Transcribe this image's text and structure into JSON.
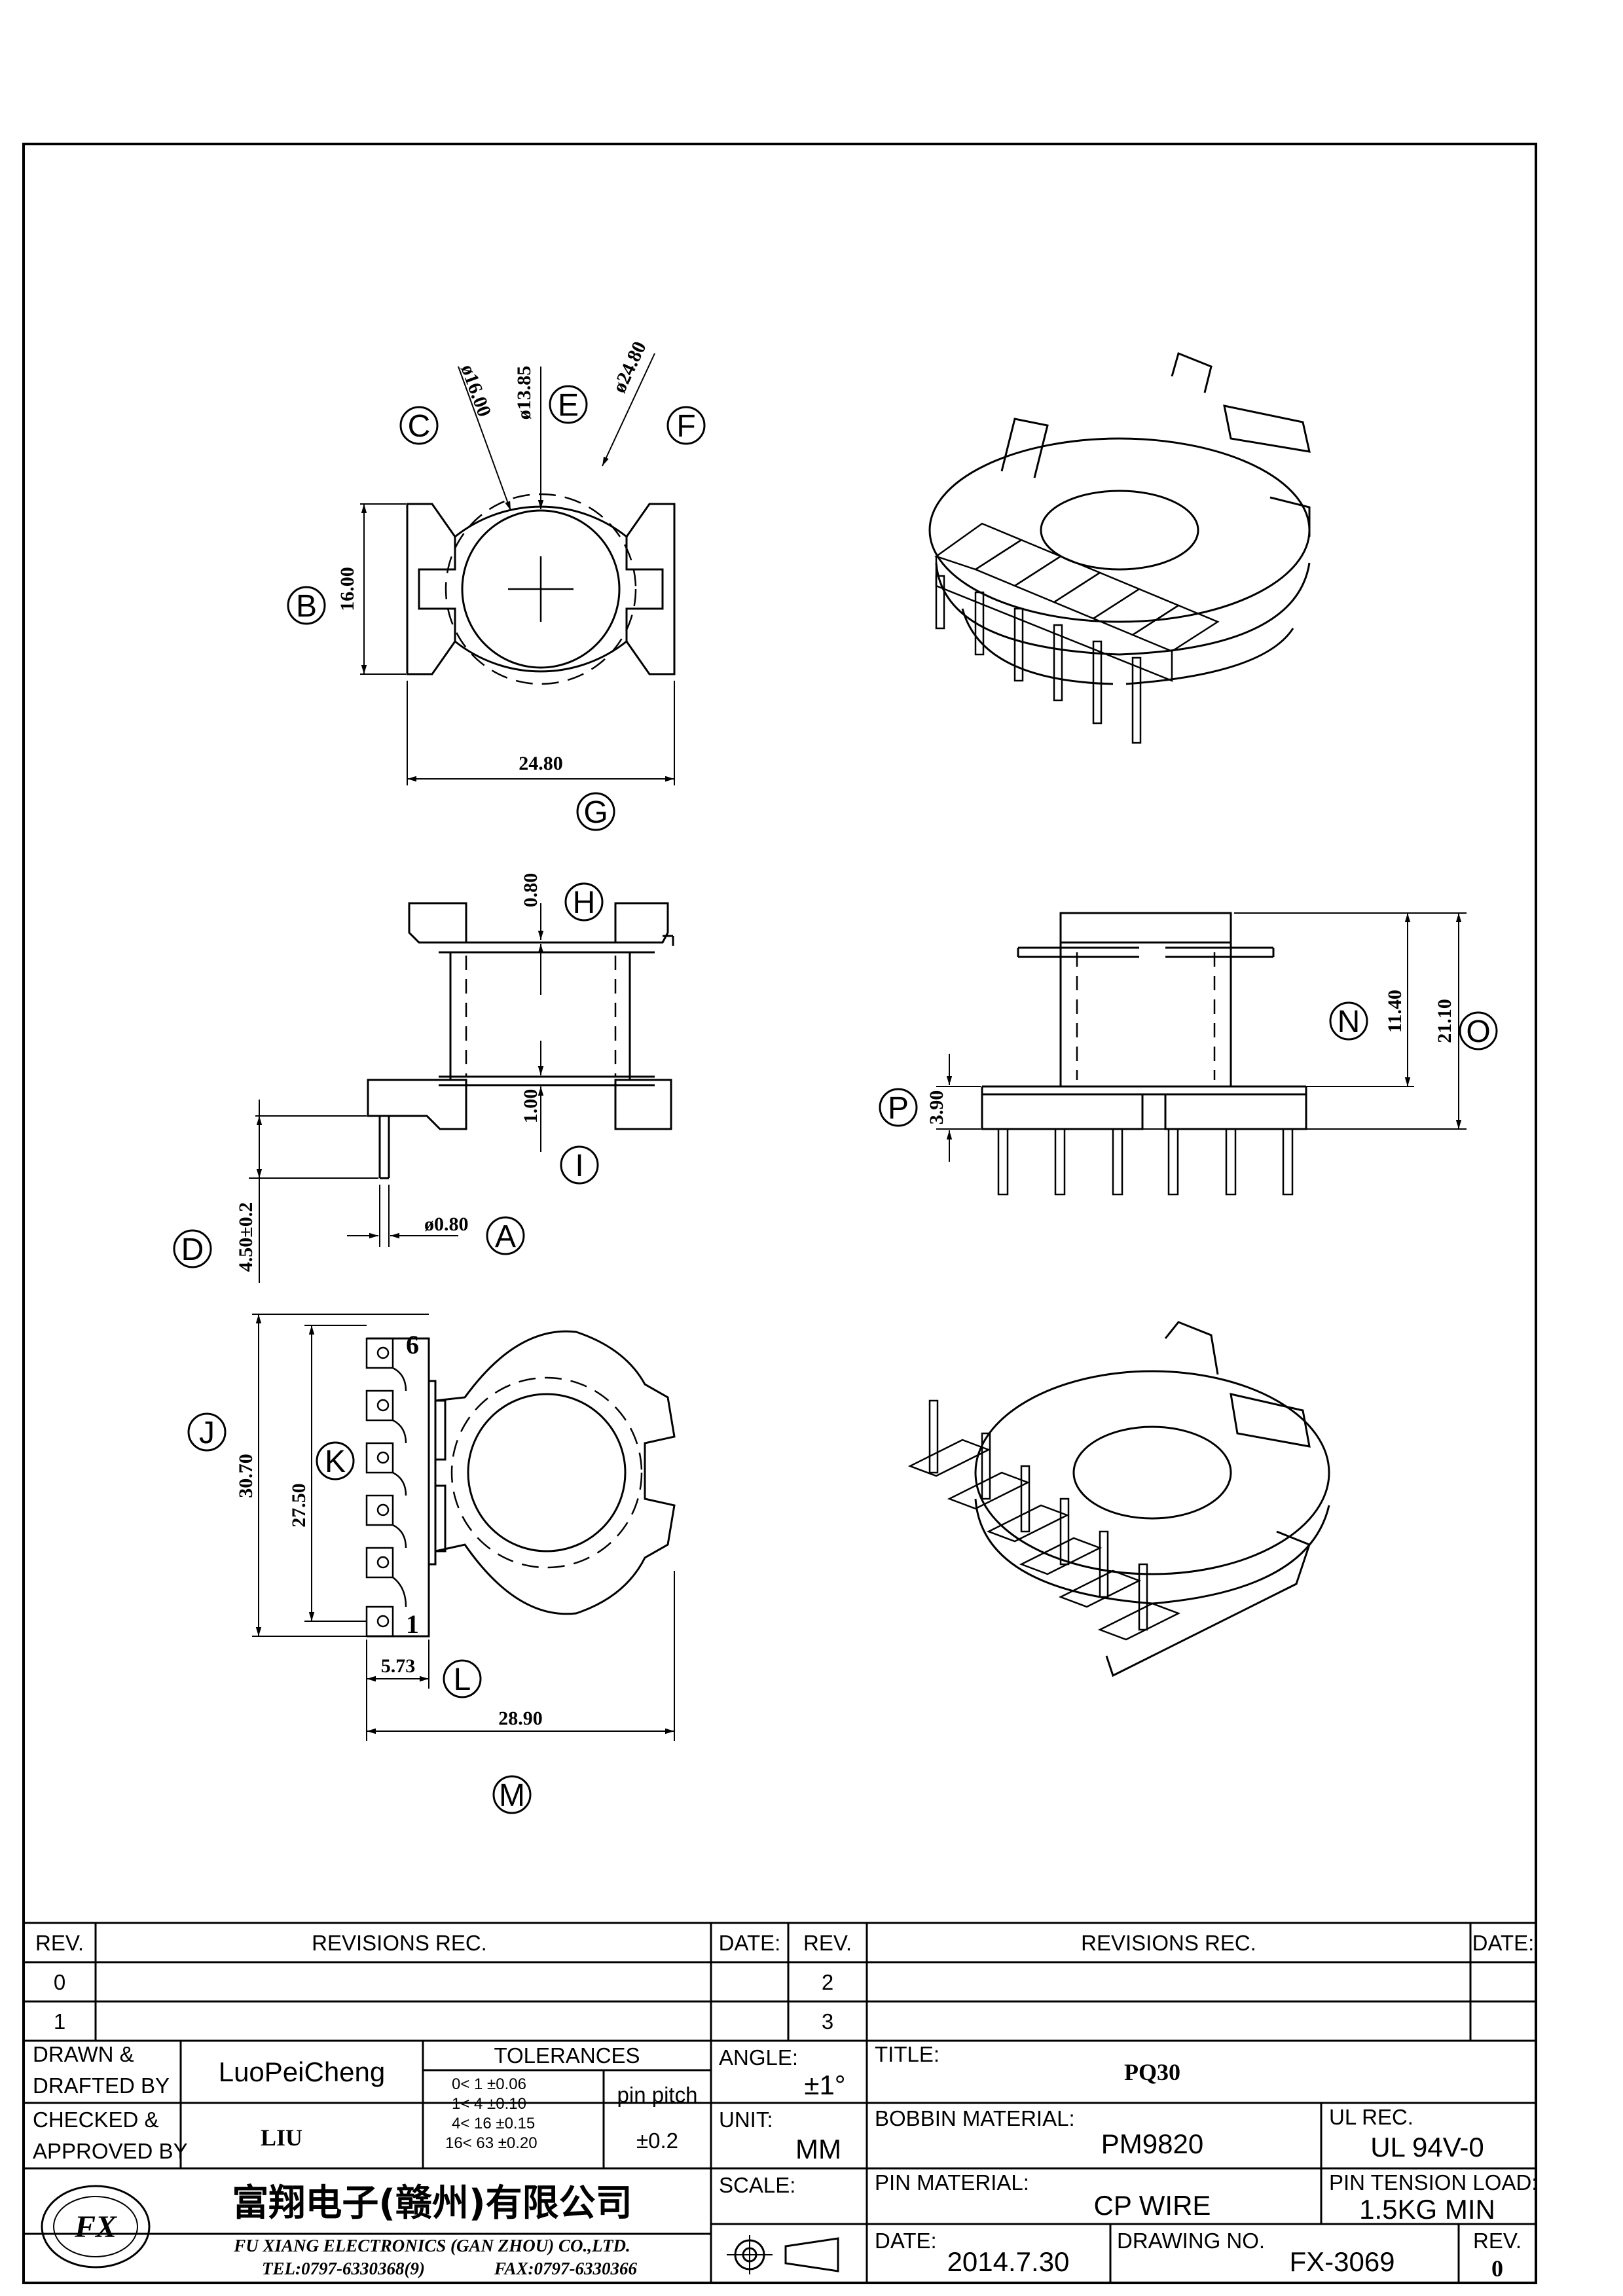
{
  "dimensions": {
    "d_c": "ø16.00",
    "d_e": "ø13.85",
    "d_f": "ø24.80",
    "height_b": "16.00",
    "width_g": "24.80",
    "top_h": "0.80",
    "bottom_i": "1.00",
    "pin_dia_a": "ø0.80",
    "pin_len_d": "4.50±0.2",
    "side_n": "11.40",
    "side_o": "21.10",
    "side_p": "3.90",
    "span_j": "30.70",
    "span_k": "27.50",
    "offset_l": "5.73",
    "width_m": "28.90"
  },
  "callouts": {
    "a": "A",
    "b": "B",
    "c": "C",
    "d": "D",
    "e": "E",
    "f": "F",
    "g": "G",
    "h": "H",
    "i": "I",
    "j": "J",
    "k": "K",
    "l": "L",
    "m": "M",
    "n": "N",
    "o": "O",
    "p": "P"
  },
  "pins": {
    "first": "1",
    "last": "6"
  },
  "title_block": {
    "rev_header": "REV.",
    "revisions_header": "REVISIONS   REC.",
    "date_header": "DATE:",
    "rev_rows_left": [
      "0",
      "1"
    ],
    "rev_rows_right": [
      "2",
      "3"
    ],
    "drawn_label_1": "DRAWN  &",
    "drawn_label_2": "DRAFTED  BY",
    "drawn_by": "LuoPeiCheng",
    "checked_label_1": "CHECKED  &",
    "checked_label_2": "APPROVED  BY",
    "checked_by": "LIU",
    "tolerances_title": "TOLERANCES",
    "tolerances": [
      "0<   1   ±0.06",
      "1<   4   ±0.10",
      "4<   16  ±0.15",
      "16<   63  ±0.20"
    ],
    "pin_pitch_label": "pin  pitch",
    "pin_pitch_value": "±0.2",
    "angle_label": "ANGLE:",
    "angle_value": "±1°",
    "unit_label": "UNIT:",
    "unit_value": "MM",
    "scale_label": "SCALE:",
    "title_label": "TITLE:",
    "title_value": "PQ30",
    "bobbin_label": "BOBBIN  MATERIAL:",
    "bobbin_value": "PM9820",
    "ul_label": "UL  REC.",
    "ul_value": "UL  94V-0",
    "pin_material_label": "PIN  MATERIAL:",
    "pin_material_value": "CP  WIRE",
    "pin_tension_label": "PIN  TENSION  LOAD:",
    "pin_tension_value": "1.5KG  MIN",
    "date_label": "DATE:",
    "date_value": "2014.7.30",
    "drawing_no_label": "DRAWING  NO.",
    "drawing_no_value": "FX-3069",
    "rev_label": "REV.",
    "rev_value": "0",
    "company_cn": "富翔电子(赣州)有限公司",
    "company_en": "FU XIANG ELECTRONICS (GAN ZHOU) CO.,LTD.",
    "tel": "TEL:0797-6330368(9)",
    "fax": "FAX:0797-6330366",
    "logo_text": "FX"
  }
}
